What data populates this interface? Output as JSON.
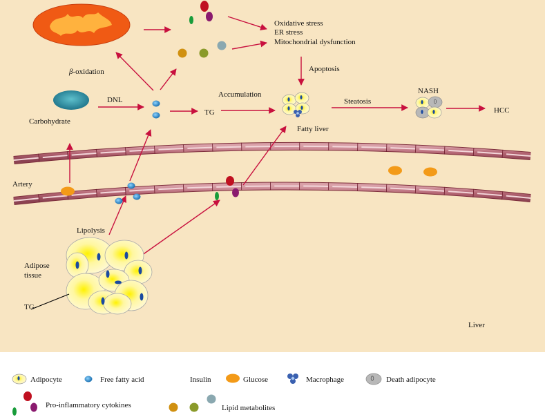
{
  "labels": {
    "beta_prefix": "β",
    "beta_suffix": "-oxidation",
    "dnl": "DNL",
    "carbohydrate": "Carbohydrate",
    "tg": "TG",
    "accumulation": "Accumulation",
    "oxidative_stress": "Oxidative stress",
    "er_stress": "ER stress",
    "mito_dysfunction": "Mitochondrial dysfunction",
    "apoptosis": "Apoptosis",
    "fatty_liver": "Fatty liver",
    "steatosis": "Steatosis",
    "nash": "NASH",
    "hcc": "HCC",
    "artery": "Artery",
    "lipolysis": "Lipolysis",
    "adipose_line1": "Adipose",
    "adipose_line2": "tissue",
    "tg_adipose": "TG",
    "liver": "Liver"
  },
  "legend": {
    "adipocyte": "Adipocyte",
    "free_fatty_acid": "Free fatty acid",
    "insulin": "Insulin",
    "glucose": "Glucose",
    "macrophage": "Macrophage",
    "death_adipocyte": "Death adipocyte",
    "pro_inflammatory_cytokines": "Pro-inflammatory cytokines",
    "lipid_metabolites": "Lipid metabolites"
  },
  "colors": {
    "background": "#f8e5c2",
    "arrow": "#c8103e",
    "vessel": "#b86e78",
    "glucose": "#f39a18",
    "ffa": "#2a8fc8",
    "mitochondria": "#f05a14",
    "adipocyte": "#fff59a",
    "death_adipocyte": "#b8b8b8"
  }
}
